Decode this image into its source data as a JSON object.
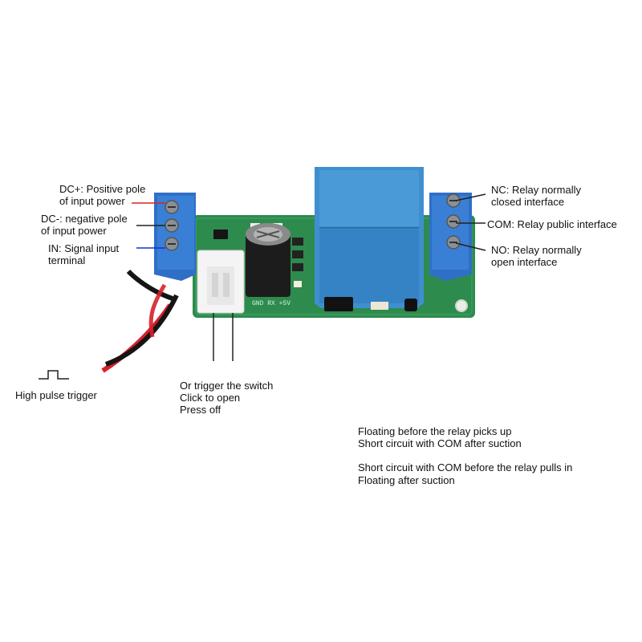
{
  "labels": {
    "dc_plus_line1": "DC+: Positive pole",
    "dc_plus_line2": "of input power",
    "dc_minus_line1": "DC-: negative pole",
    "dc_minus_line2": "of input power",
    "in_line1": "IN: Signal input",
    "in_line2": "terminal",
    "nc_line1": "NC: Relay normally",
    "nc_line2": "closed interface",
    "com": "COM: Relay public interface",
    "no_line1": "NO: Relay normally",
    "no_line2": "open interface",
    "pulse": "High pulse trigger",
    "switch_line1": "Or trigger the switch",
    "switch_line2": "Click to open",
    "switch_line3": "Press off",
    "nc_note_line1": "Floating before the relay picks up",
    "nc_note_line2": "Short circuit with COM after suction",
    "no_note_line1": "Short circuit with COM before the relay pulls in",
    "no_note_line2": "Floating after suction"
  },
  "board_silkscreen": "GND  RX +5V",
  "colors": {
    "pcb": "#2e8b4e",
    "terminal_block": "#2f6fc6",
    "relay": "#3f8fcf",
    "capacitor": "#1c1c1c",
    "connector": "#f4f4f4",
    "wire_red": "#d8202a",
    "wire_black": "#151515",
    "leader_red": "#e02020",
    "leader_blue": "#1a2fd0"
  }
}
